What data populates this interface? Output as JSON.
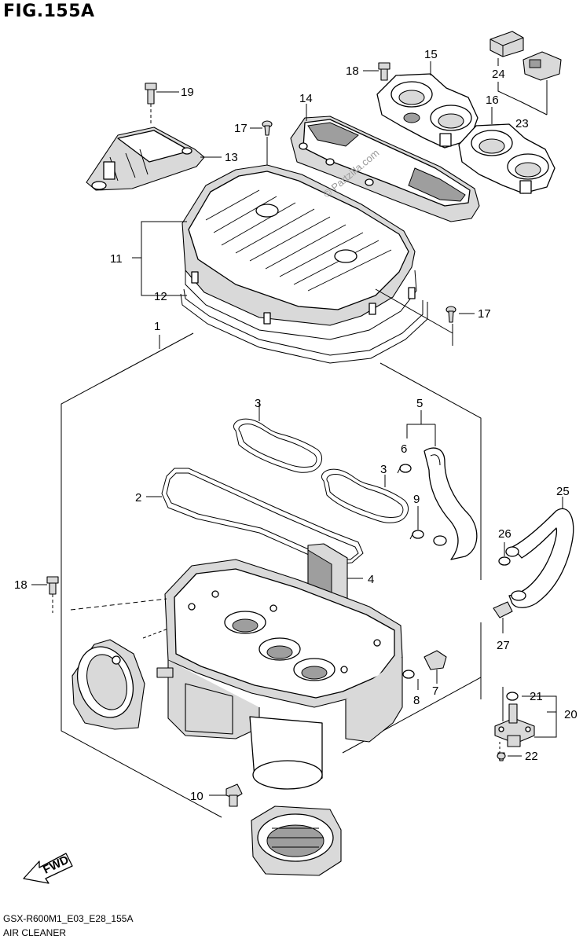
{
  "figure": {
    "title": "FIG.155A",
    "code": "GSX-R600M1_E03_E28_155A",
    "name": "AIR CLEANER",
    "watermark": "© Partzilla.com",
    "fwd_label": "FWD"
  },
  "callouts": [
    {
      "id": "c1",
      "label": "1"
    },
    {
      "id": "c2",
      "label": "2"
    },
    {
      "id": "c3a",
      "label": "3"
    },
    {
      "id": "c3b",
      "label": "3"
    },
    {
      "id": "c4",
      "label": "4"
    },
    {
      "id": "c5",
      "label": "5"
    },
    {
      "id": "c6",
      "label": "6"
    },
    {
      "id": "c7",
      "label": "7"
    },
    {
      "id": "c8",
      "label": "8"
    },
    {
      "id": "c9",
      "label": "9"
    },
    {
      "id": "c10",
      "label": "10"
    },
    {
      "id": "c11",
      "label": "11"
    },
    {
      "id": "c12",
      "label": "12"
    },
    {
      "id": "c13",
      "label": "13"
    },
    {
      "id": "c14",
      "label": "14"
    },
    {
      "id": "c15",
      "label": "15"
    },
    {
      "id": "c16",
      "label": "16"
    },
    {
      "id": "c17a",
      "label": "17"
    },
    {
      "id": "c17b",
      "label": "17"
    },
    {
      "id": "c18a",
      "label": "18"
    },
    {
      "id": "c18b",
      "label": "18"
    },
    {
      "id": "c19",
      "label": "19"
    },
    {
      "id": "c20",
      "label": "20"
    },
    {
      "id": "c21",
      "label": "21"
    },
    {
      "id": "c22",
      "label": "22"
    },
    {
      "id": "c23",
      "label": "23"
    },
    {
      "id": "c24",
      "label": "24"
    },
    {
      "id": "c25",
      "label": "25"
    },
    {
      "id": "c26",
      "label": "26"
    },
    {
      "id": "c27",
      "label": "27"
    }
  ]
}
